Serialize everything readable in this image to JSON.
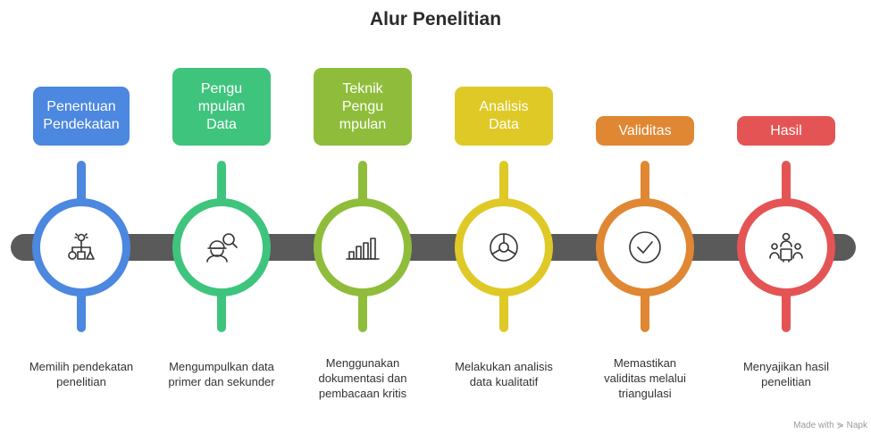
{
  "title": "Alur Penelitian",
  "watermark": "Made with ⋟ Napk",
  "colors": {
    "blue": "#4c87e0",
    "green": "#3fc47e",
    "lime": "#8fbd3b",
    "yellow": "#dfc926",
    "orange": "#e08733",
    "red": "#e55454",
    "track": "#5a5a5a"
  },
  "steps": [
    {
      "label": "Penentuan\nPendekatan",
      "description": "Memilih pendekatan\npenelitian",
      "icon": "hierarchy-lightbulb-icon",
      "color": "#4c87e0"
    },
    {
      "label": "Pengu\nmpulan\nData",
      "description": "Mengumpulkan data\nprimer dan sekunder",
      "icon": "researcher-search-icon",
      "color": "#3fc47e"
    },
    {
      "label": "Teknik\nPengu\nmpulan",
      "description": "Menggunakan\ndokumentasi dan\npembacaan kritis",
      "icon": "bar-chart-icon",
      "color": "#8fbd3b"
    },
    {
      "label": "Analisis\nData",
      "description": "Melakukan analisis\ndata kualitatif",
      "icon": "pie-chart-icon",
      "color": "#dfc926"
    },
    {
      "label": "Validitas",
      "description": "Memastikan\nvaliditas melalui\ntriangulasi",
      "icon": "check-circle-icon",
      "color": "#e08733"
    },
    {
      "label": "Hasil",
      "description": "Menyajikan hasil\npenelitian",
      "icon": "meeting-presentation-icon",
      "color": "#e55454"
    }
  ]
}
